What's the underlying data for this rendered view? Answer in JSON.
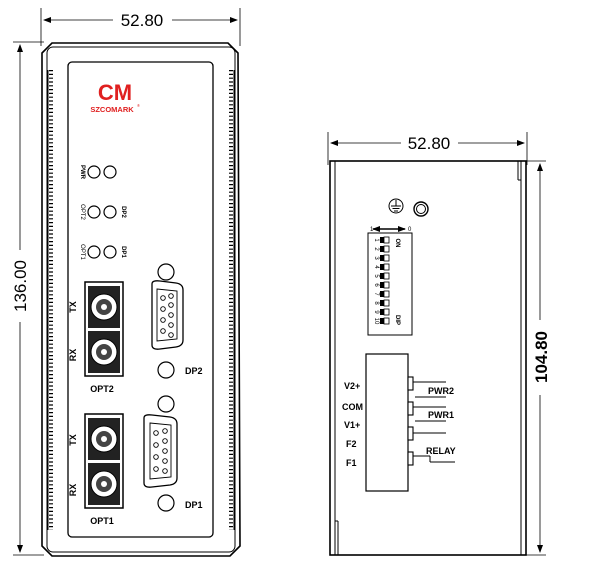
{
  "front_view": {
    "width_dim": "52.80",
    "height_dim": "136.00",
    "brand_logo": "CM",
    "brand_name": "SZCOMARK",
    "brand_mark": "®",
    "leds": [
      {
        "id": "pwr",
        "label": "PWR"
      },
      {
        "id": "opt2",
        "left_label": "OPT2",
        "right_label": "DP2"
      },
      {
        "id": "opt1",
        "left_label": "OPT1",
        "right_label": "DP1"
      }
    ],
    "fiber_ports": [
      {
        "name": "OPT2",
        "tx": "TX",
        "rx": "RX"
      },
      {
        "name": "OPT1",
        "tx": "TX",
        "rx": "RX"
      }
    ],
    "db9_ports": [
      "DP2",
      "DP1"
    ]
  },
  "side_view": {
    "width_dim": "52.80",
    "height_dim": "104.80",
    "dip_scale_left": "1",
    "dip_scale_right": "0",
    "dip_on_label": "ON",
    "dip_label": "DIP",
    "dip_numbers": [
      "1",
      "2",
      "3",
      "4",
      "5",
      "6",
      "7",
      "8",
      "9",
      "10"
    ],
    "terminal_labels": [
      "V2+",
      "COM",
      "V1+",
      "F2",
      "F1"
    ],
    "group_labels": [
      "PWR2",
      "PWR1",
      "RELAY"
    ]
  }
}
